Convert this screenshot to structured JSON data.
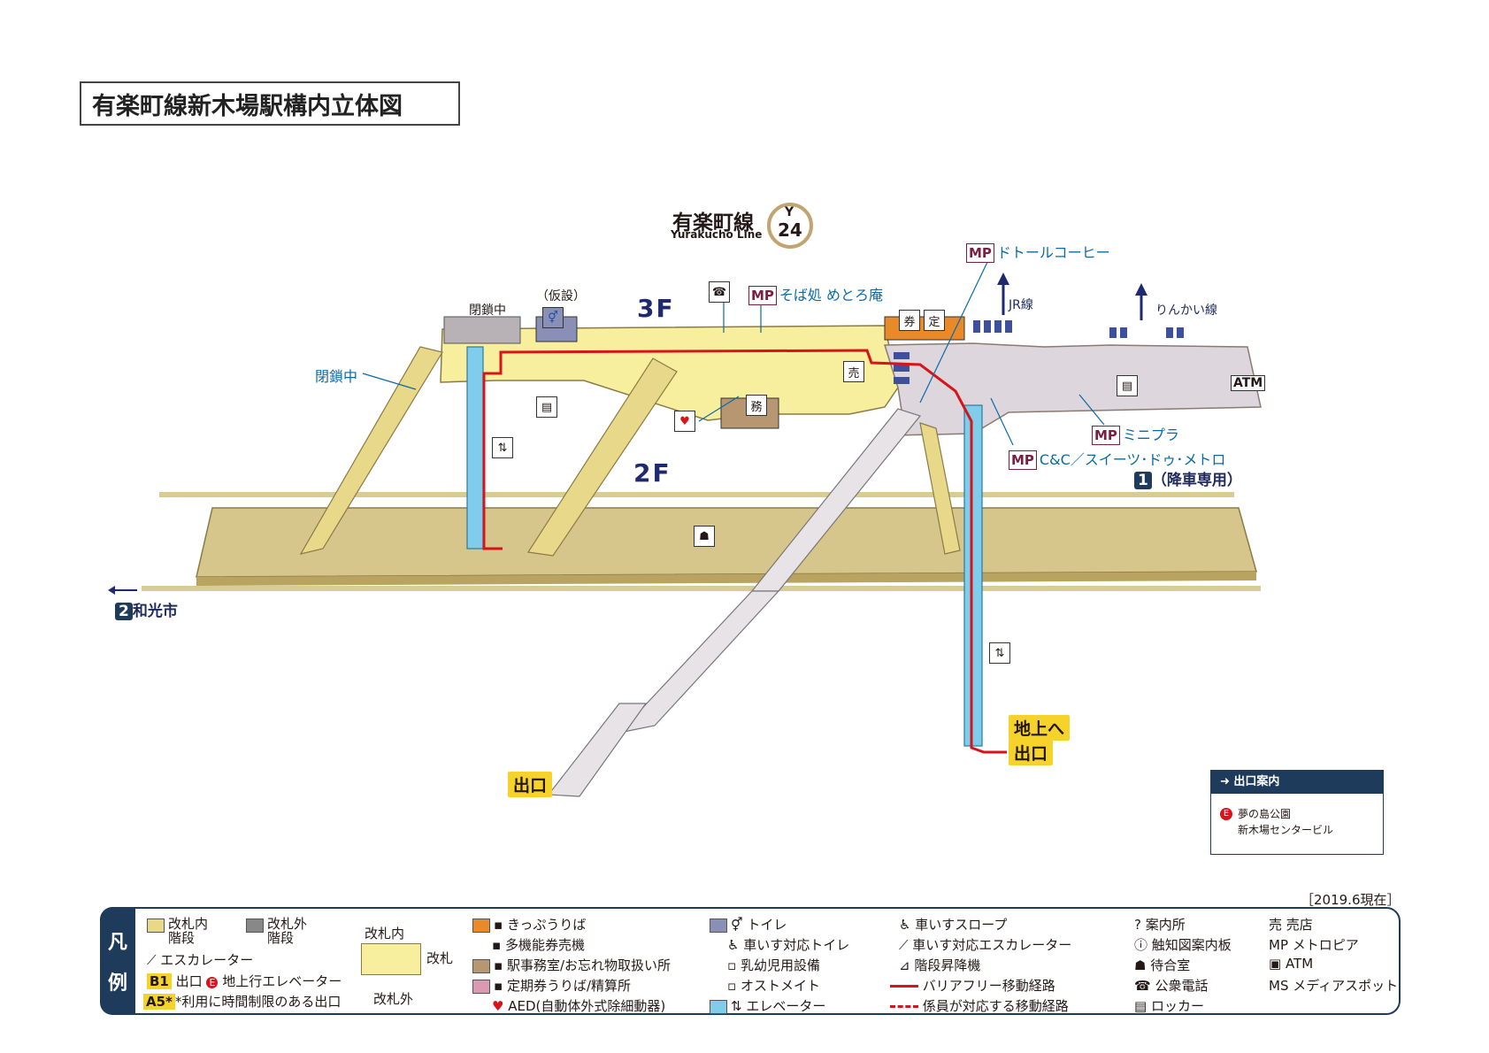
{
  "title": "有楽町線新木場駅構内立体図",
  "line": {
    "name": "有楽町線",
    "name_en": "Yurakucho Line",
    "code_letter": "Y",
    "code_number": "24",
    "color": "#c1a470"
  },
  "floors": {
    "upper": "3F",
    "lower": "2F"
  },
  "labels": {
    "closed_top": "閉鎖中",
    "closed_left": "閉鎖中",
    "temporary": "（仮設）",
    "doutor": "ドトールコーヒー",
    "soba": "そば処 めとろ庵",
    "jr": "JR線",
    "rinkai": "りんかい線",
    "minipla": "ミニプラ",
    "cc": "C&C／スイーツ･ドゥ･メトロ",
    "exit1": "（降車専用）",
    "exit1_num": "1",
    "wako": "和光市",
    "wako_num": "2",
    "to_ground": "地上へ",
    "exit_right": "出口",
    "exit_left": "出口",
    "mp": "MP",
    "atm": "ATM",
    "date": "［2019.6現在］"
  },
  "exit_guide": {
    "title": "出口案内",
    "items": [
      {
        "code": "E",
        "lines": [
          "夢の島公園",
          "新木場センタービル"
        ]
      }
    ]
  },
  "legend": {
    "side": [
      "凡",
      "例"
    ],
    "stairs_inside": "改札内\n階段",
    "stairs_outside": "改札外\n階段",
    "escalator": "エスカレーター",
    "exit_tag": "B1",
    "exit": "出口",
    "elev_exit": "地上行エレベーター",
    "time_tag": "A5*",
    "time_exit": "*利用に時間制限のある出口",
    "gate_inside": "改札内",
    "gate": "改札",
    "gate_outside": "改札外",
    "col3": [
      "きっぷうりば",
      "多機能券売機",
      "駅事務室/お忘れ物取扱い所",
      "定期券うりば/精算所",
      "AED(自動体外式除細動器)"
    ],
    "col4": [
      "トイレ",
      "車いす対応トイレ",
      "乳幼児用設備",
      "オストメイト",
      "エレベーター"
    ],
    "col5": [
      "車いすスロープ",
      "車いす対応エスカレーター",
      "階段昇降機",
      "バリアフリー移動経路",
      "係員が対応する移動経路"
    ],
    "col6": [
      "案内所",
      "触知図案内板",
      "待合室",
      "公衆電話",
      "ロッカー"
    ],
    "col7": [
      "売店",
      "メトロピア",
      "ATM",
      "メディアスポット"
    ]
  },
  "colors": {
    "platform": "#d6c68b",
    "concourse": "#f7ee9e",
    "paid_gray": "#ddd6dc",
    "route": "#d7141a",
    "elevator": "#7fcdea",
    "navy": "#1f3b5c"
  }
}
